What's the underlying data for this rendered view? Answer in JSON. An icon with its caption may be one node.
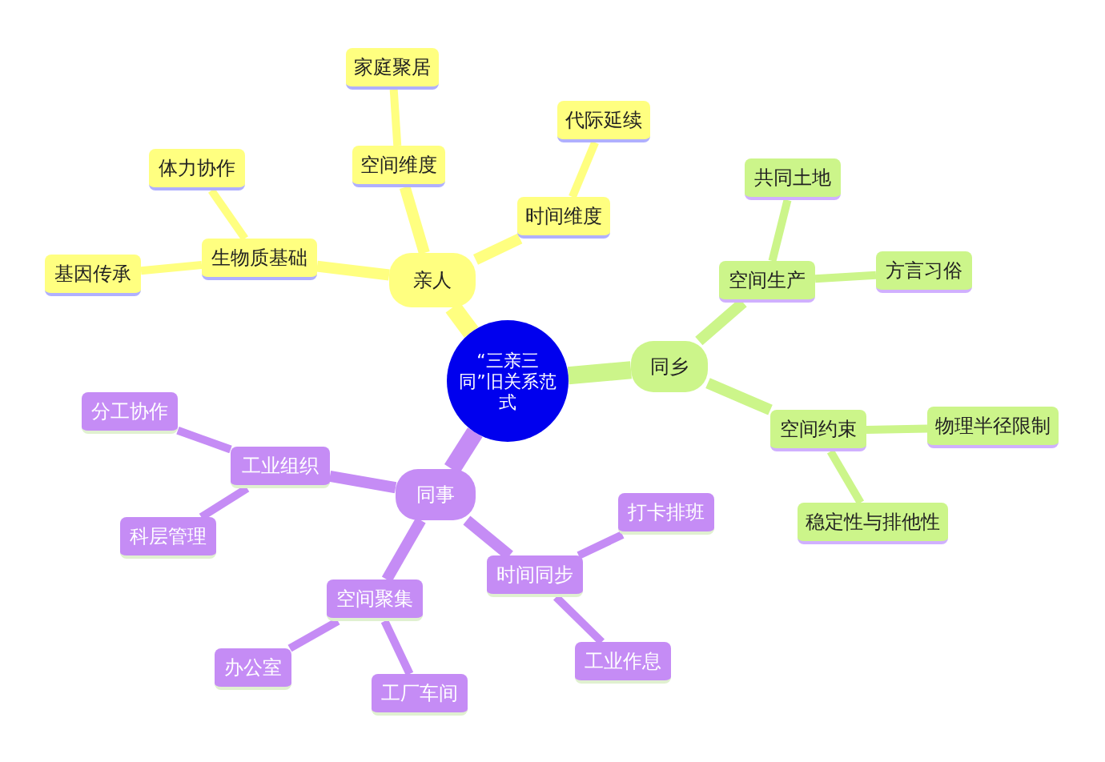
{
  "diagram": {
    "nodes": [
      {
        "text": [
          "“三亲三同”旧关系范式"
        ]
      },
      {
        "text": [
          "亲人"
        ]
      },
      {
        "text": [
          "生物质基础"
        ]
      },
      {
        "text": [
          "基因传承"
        ]
      },
      {
        "text": [
          "体力协作"
        ]
      },
      {
        "text": [
          "空间维度"
        ]
      },
      {
        "text": [
          "家庭聚居"
        ]
      },
      {
        "text": [
          "时间维度"
        ]
      },
      {
        "text": [
          "代际延续"
        ]
      },
      {
        "text": [
          "同乡"
        ]
      },
      {
        "text": [
          "空间生产"
        ]
      },
      {
        "text": [
          "共同土地"
        ]
      },
      {
        "text": [
          "方言习俗"
        ]
      },
      {
        "text": [
          "空间约束"
        ]
      },
      {
        "text": [
          "物理半径限制"
        ]
      },
      {
        "text": [
          "稳定性与排他性"
        ]
      },
      {
        "text": [
          "同事"
        ]
      },
      {
        "text": [
          "工业组织"
        ]
      },
      {
        "text": [
          "分工协作"
        ]
      },
      {
        "text": [
          "科层管理"
        ]
      },
      {
        "text": [
          "空间聚集"
        ]
      },
      {
        "text": [
          "办公室"
        ]
      },
      {
        "text": [
          "工厂车间"
        ]
      },
      {
        "text": [
          "时间同步"
        ]
      },
      {
        "text": [
          "打卡排班"
        ]
      },
      {
        "text": [
          "工业作息"
        ]
      }
    ],
    "edges": [
      {
        "from": 0,
        "to": 1,
        "arrow": "none",
        "style": "thick",
        "color": "#ffff80"
      },
      {
        "from": 1,
        "to": 2,
        "arrow": "none",
        "color": "#ffff80"
      },
      {
        "from": 2,
        "to": 3,
        "arrow": "none",
        "color": "#ffff80"
      },
      {
        "from": 2,
        "to": 4,
        "arrow": "none",
        "color": "#ffff80"
      },
      {
        "from": 1,
        "to": 5,
        "arrow": "none",
        "color": "#ffff80"
      },
      {
        "from": 5,
        "to": 6,
        "arrow": "none",
        "color": "#ffff80"
      },
      {
        "from": 1,
        "to": 7,
        "arrow": "none",
        "color": "#ffff80"
      },
      {
        "from": 7,
        "to": 8,
        "arrow": "none",
        "color": "#ffff80"
      },
      {
        "from": 0,
        "to": 9,
        "arrow": "none",
        "style": "thick",
        "color": "#ccf58a"
      },
      {
        "from": 9,
        "to": 10,
        "arrow": "none",
        "color": "#ccf58a"
      },
      {
        "from": 10,
        "to": 11,
        "arrow": "none",
        "color": "#ccf58a"
      },
      {
        "from": 10,
        "to": 12,
        "arrow": "none",
        "color": "#ccf58a"
      },
      {
        "from": 9,
        "to": 13,
        "arrow": "none",
        "color": "#ccf58a"
      },
      {
        "from": 13,
        "to": 14,
        "arrow": "none",
        "color": "#ccf58a"
      },
      {
        "from": 13,
        "to": 15,
        "arrow": "none",
        "color": "#ccf58a"
      },
      {
        "from": 0,
        "to": 16,
        "arrow": "none",
        "style": "thick",
        "color": "#c58cf5"
      },
      {
        "from": 16,
        "to": 17,
        "arrow": "none",
        "color": "#c58cf5"
      },
      {
        "from": 17,
        "to": 18,
        "arrow": "none",
        "color": "#c58cf5"
      },
      {
        "from": 17,
        "to": 19,
        "arrow": "none",
        "color": "#c58cf5"
      },
      {
        "from": 16,
        "to": 20,
        "arrow": "none",
        "color": "#c58cf5"
      },
      {
        "from": 20,
        "to": 21,
        "arrow": "none",
        "color": "#c58cf5"
      },
      {
        "from": 20,
        "to": 22,
        "arrow": "none",
        "color": "#c58cf5"
      },
      {
        "from": 16,
        "to": 23,
        "arrow": "none",
        "color": "#c58cf5"
      },
      {
        "from": 23,
        "to": 24,
        "arrow": "none",
        "color": "#c58cf5"
      },
      {
        "from": 23,
        "to": 25,
        "arrow": "none",
        "color": "#c58cf5"
      }
    ]
  }
}
